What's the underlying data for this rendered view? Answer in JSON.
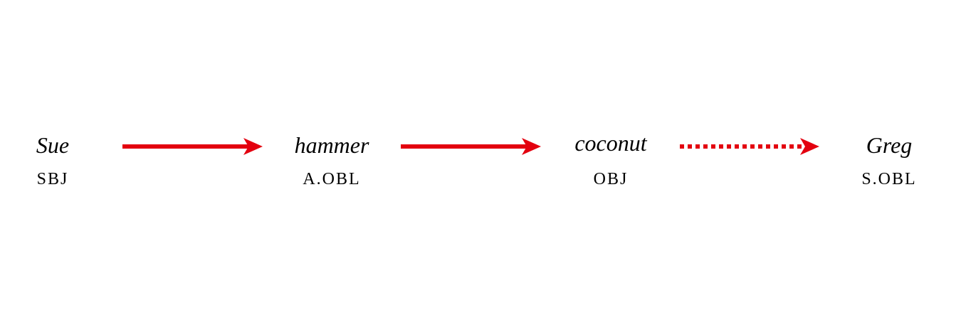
{
  "colors": {
    "arrow": "#e3000f",
    "text": "#000000",
    "background": "#ffffff"
  },
  "nodes": [
    {
      "word": "Sue",
      "role": "SBJ"
    },
    {
      "word": "hammer",
      "role": "A.OBL"
    },
    {
      "word": "coconut",
      "role": "OBJ"
    },
    {
      "word": "Greg",
      "role": "S.OBL"
    }
  ],
  "edges": [
    {
      "from": 0,
      "to": 1,
      "style": "solid"
    },
    {
      "from": 1,
      "to": 2,
      "style": "solid"
    },
    {
      "from": 2,
      "to": 3,
      "style": "dotted"
    }
  ]
}
